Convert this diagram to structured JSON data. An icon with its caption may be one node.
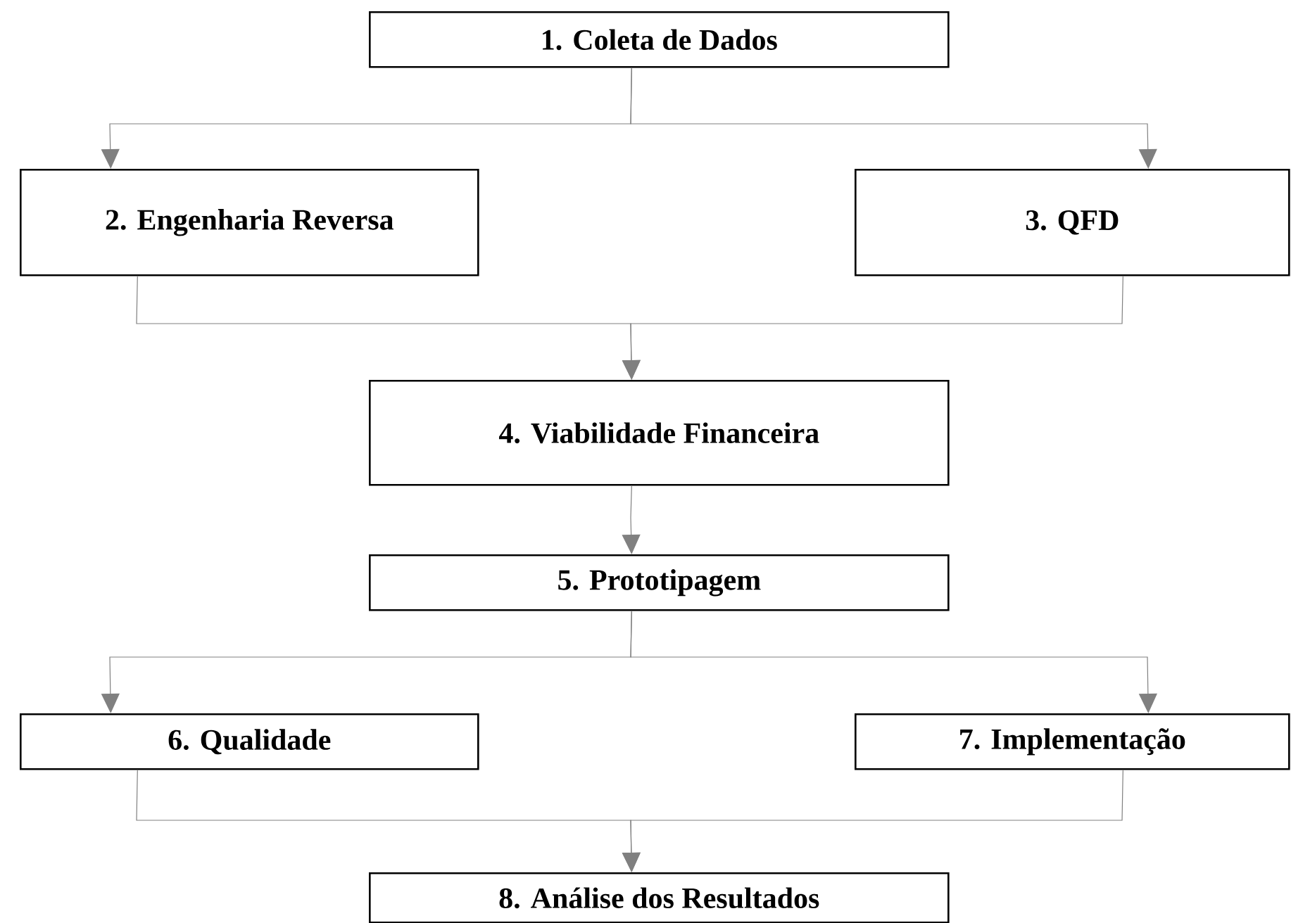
{
  "diagram": {
    "nodes": [
      {
        "text": [
          "1. Coleta de Dados"
        ]
      },
      {
        "text": [
          "2. Engenharia Reversa"
        ]
      },
      {
        "text": [
          "3. QFD"
        ]
      },
      {
        "text": [
          "4. Viabilidade Financeira"
        ]
      },
      {
        "text": [
          "5. Prototipagem"
        ]
      },
      {
        "text": [
          "6. Qualidade"
        ]
      },
      {
        "text": [
          "7. Implementação"
        ]
      },
      {
        "text": [
          "8. Análise dos Resultados"
        ]
      }
    ],
    "edges": [
      {
        "from": 0,
        "to": 1,
        "arrow": "to"
      },
      {
        "from": 0,
        "to": 2,
        "arrow": "to"
      },
      {
        "from": 1,
        "to": 3,
        "arrow": "to"
      },
      {
        "from": 2,
        "to": 3,
        "arrow": "to"
      },
      {
        "from": 3,
        "to": 4,
        "arrow": "to"
      },
      {
        "from": 4,
        "to": 5,
        "arrow": "to"
      },
      {
        "from": 4,
        "to": 6,
        "arrow": "to"
      },
      {
        "from": 5,
        "to": 7,
        "arrow": "to"
      },
      {
        "from": 6,
        "to": 7,
        "arrow": "to"
      }
    ]
  }
}
